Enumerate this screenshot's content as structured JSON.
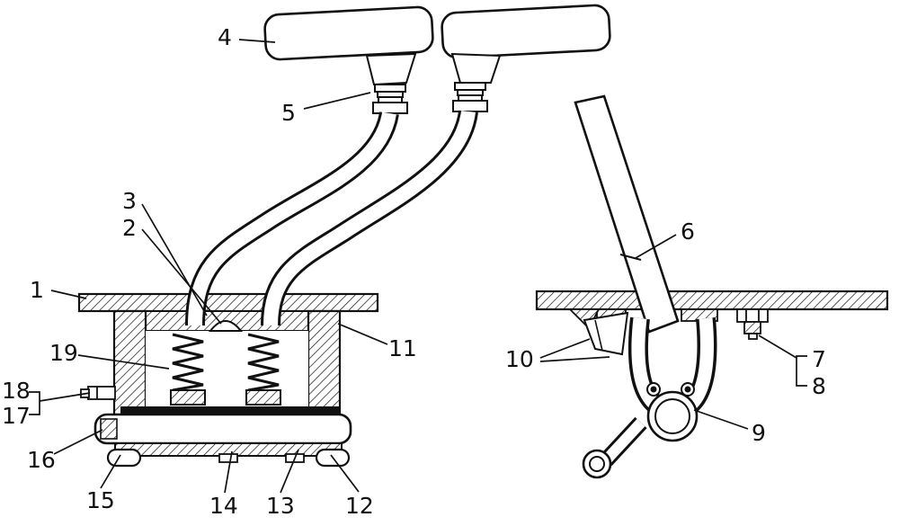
{
  "figure": {
    "type": "patent-line-drawing",
    "ink": "#111111",
    "background": "#ffffff"
  },
  "labels": {
    "n1": "1",
    "n2": "2",
    "n3": "3",
    "n4": "4",
    "n5": "5",
    "n6": "6",
    "n7": "7",
    "n8": "8",
    "n9": "9",
    "n10": "10",
    "n11": "11",
    "n12": "12",
    "n13": "13",
    "n14": "14",
    "n15": "15",
    "n16": "16",
    "n17": "17",
    "n18": "18",
    "n19": "19"
  }
}
